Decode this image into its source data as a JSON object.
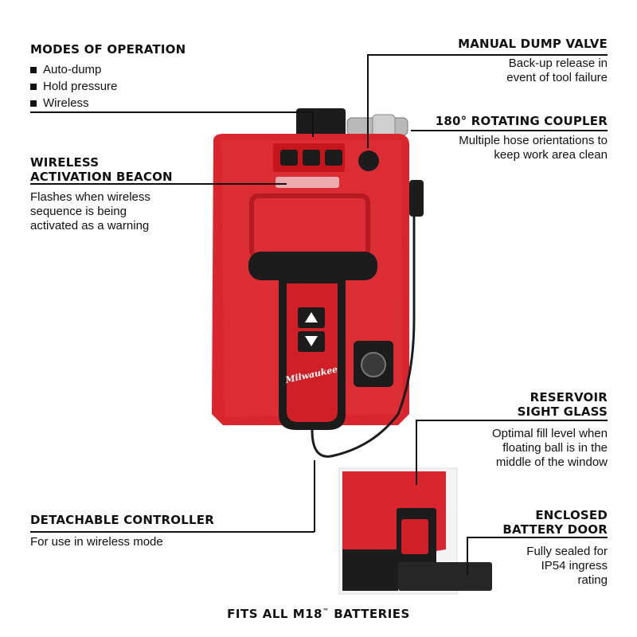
{
  "modes": {
    "heading": "MODES OF OPERATION",
    "items": [
      "Auto-dump",
      "Hold pressure",
      "Wireless"
    ]
  },
  "beacon": {
    "heading_line1": "WIRELESS",
    "heading_line2": "ACTIVATION BEACON",
    "desc_line1": "Flashes when wireless",
    "desc_line2": "sequence is being",
    "desc_line3": "activated as a warning"
  },
  "dump_valve": {
    "heading": "MANUAL DUMP VALVE",
    "desc_line1": "Back-up release in",
    "desc_line2": "event of tool failure"
  },
  "coupler": {
    "heading": "180° ROTATING COUPLER",
    "desc_line1": "Multiple hose orientations to",
    "desc_line2": "keep work area clean"
  },
  "reservoir": {
    "heading_line1": "RESERVOIR",
    "heading_line2": "SIGHT GLASS",
    "desc_line1": "Optimal fill level when",
    "desc_line2": "floating ball is in the",
    "desc_line3": "middle of the window"
  },
  "controller": {
    "heading": "DETACHABLE CONTROLLER",
    "desc": "For use in wireless mode"
  },
  "battery_door": {
    "heading_line1": "ENCLOSED",
    "heading_line2": "BATTERY DOOR",
    "desc_line1": "Fully sealed for",
    "desc_line2": "IP54 ingress",
    "desc_line3": "rating"
  },
  "footer": {
    "text_pre": "FITS ALL M18",
    "tm": "™",
    "text_post": " BATTERIES"
  },
  "product": {
    "brand": "Milwaukee",
    "body_color": "#d9262e",
    "dark_color": "#1c1c1c"
  }
}
